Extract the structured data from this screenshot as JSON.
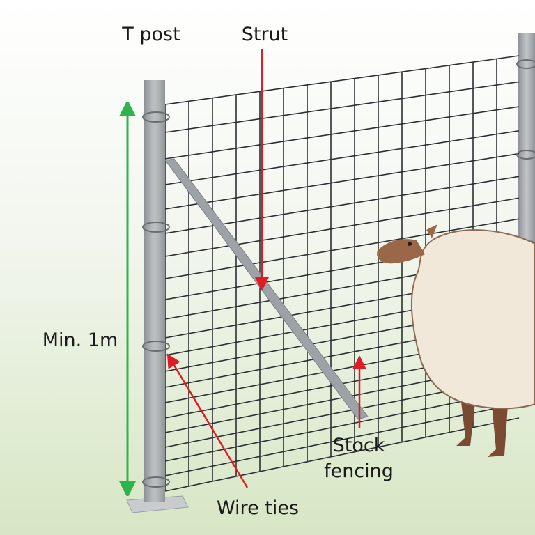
{
  "labels": {
    "t_post": "T post",
    "strut": "Strut",
    "min_height": "Min. 1m",
    "wire_ties": "Wire ties",
    "stock_fencing_line1": "Stock",
    "stock_fencing_line2": "fencing"
  },
  "colors": {
    "arrow_red": "#e01b24",
    "arrow_green": "#2fb34a",
    "post": "#a9adb1",
    "mesh": "#2b2f33",
    "sheep_wool": "#f1e8da",
    "sheep_head": "#9a6848"
  }
}
